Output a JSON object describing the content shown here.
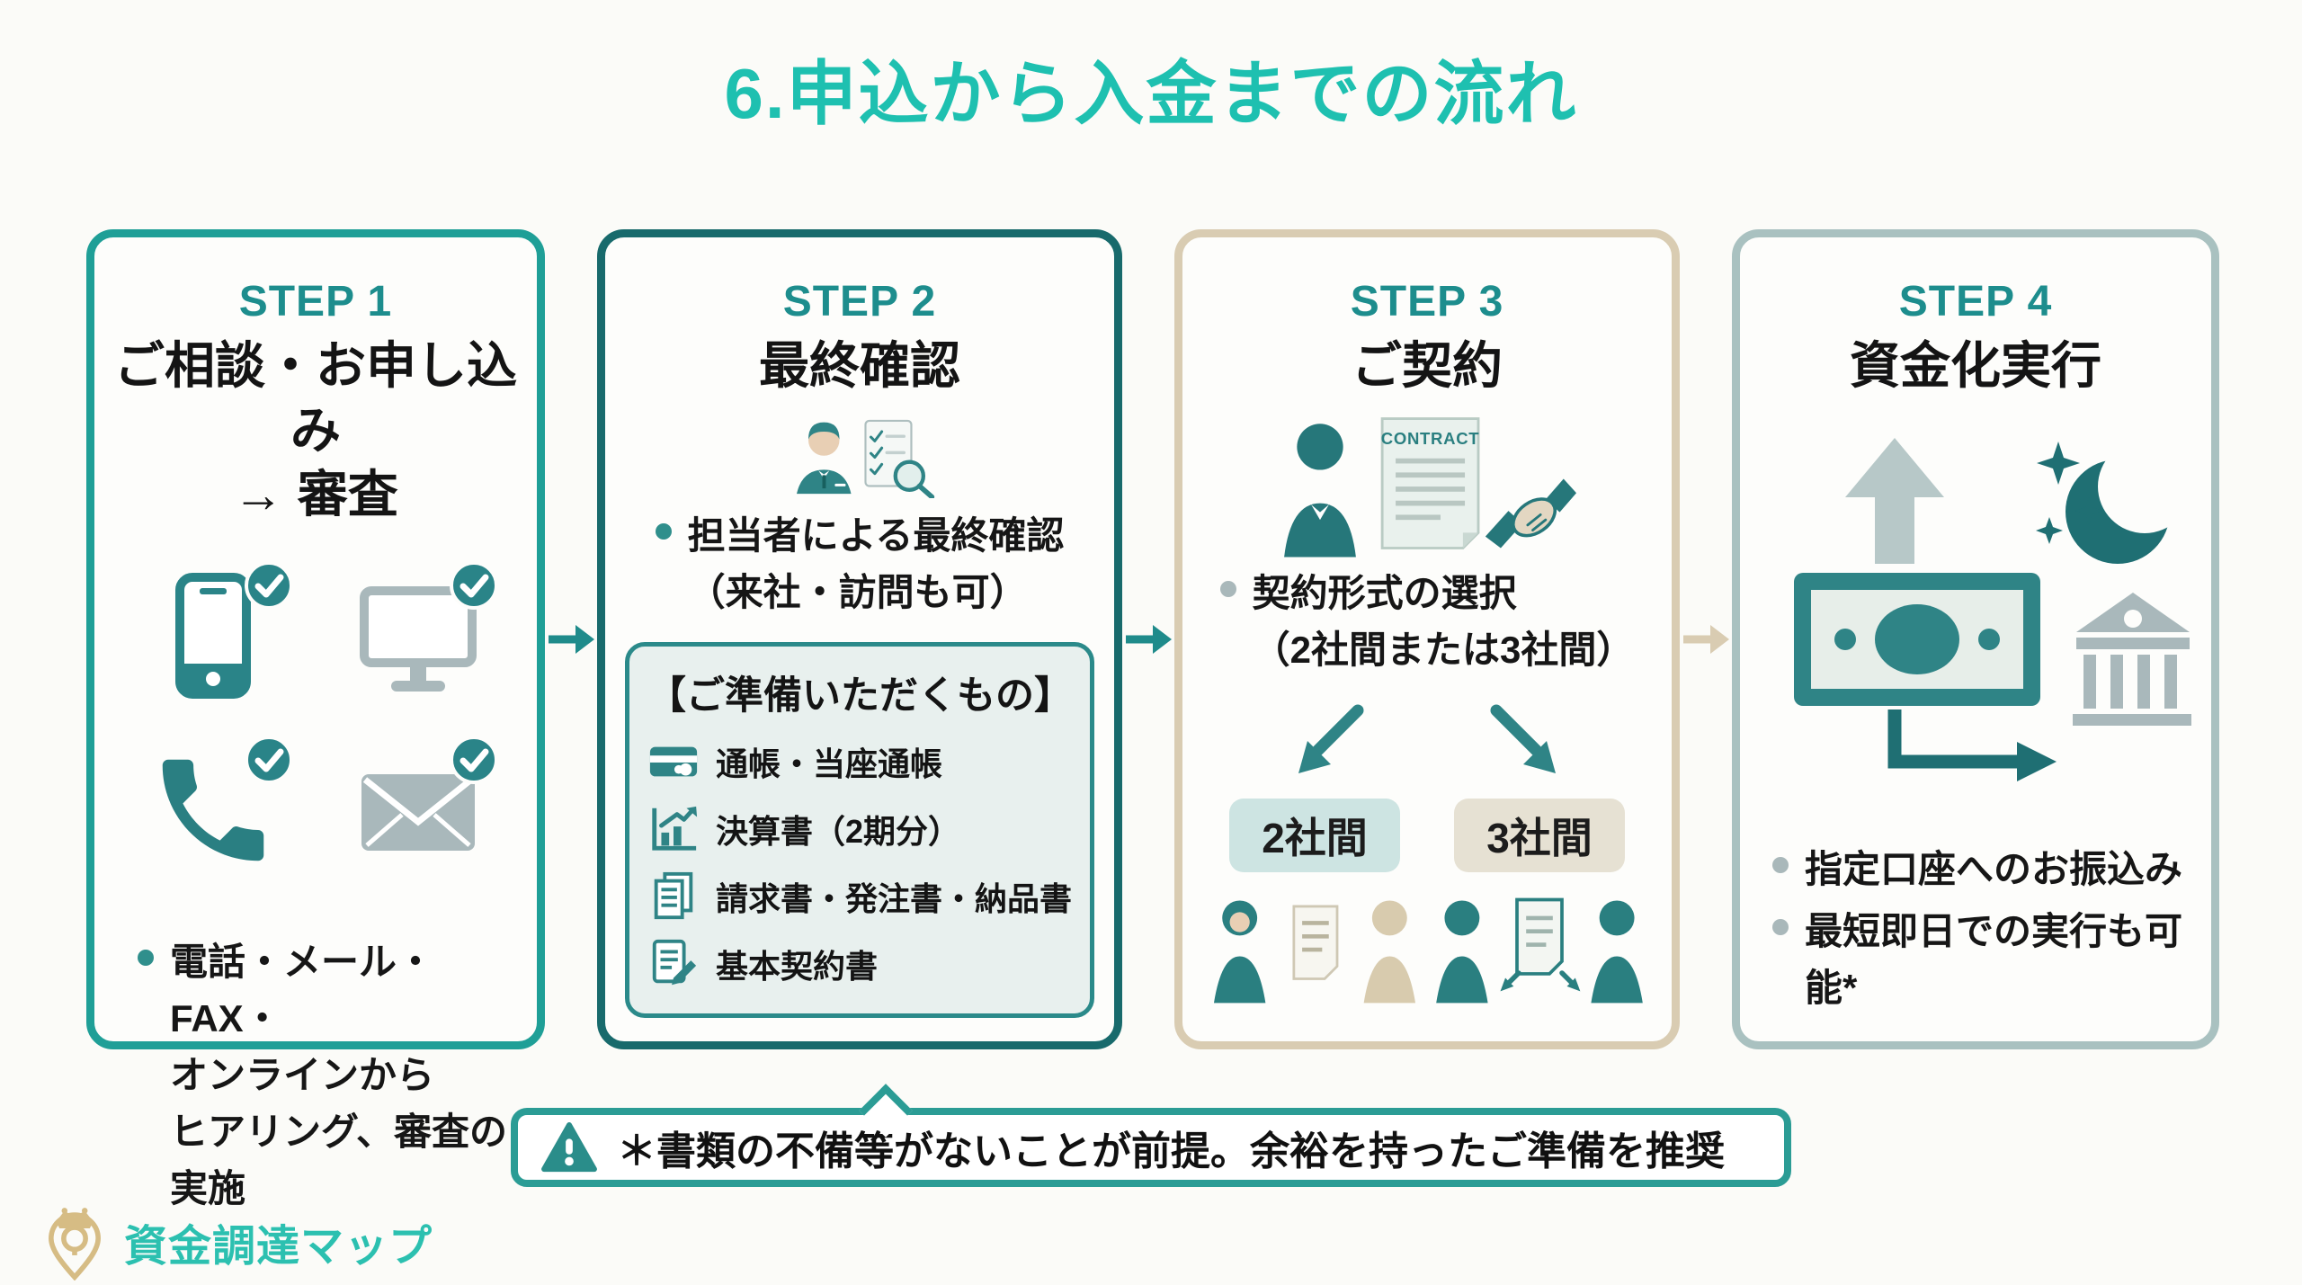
{
  "title": "6.申込から入金までの流れ",
  "steps": {
    "step1": {
      "label": "STEP 1",
      "title_line1": "ご相談・お申し込み",
      "title_line2": "→ 審査",
      "bullet_line1": "電話・メール・FAX・",
      "bullet_line2": "オンラインから",
      "bullet_line3": "ヒアリング、審査の実施"
    },
    "step2": {
      "label": "STEP 2",
      "title": "最終確認",
      "bullet_line1": "担当者による最終確認",
      "bullet_line2": "（来社・訪問も可）",
      "prepare": {
        "heading": "【ご準備いただくもの】",
        "items": [
          {
            "icon": "passbook-icon",
            "text": "通帳・当座通帳"
          },
          {
            "icon": "financial-chart-icon",
            "text": "決算書（2期分）"
          },
          {
            "icon": "documents-icon",
            "text": "請求書・発注書・納品書"
          },
          {
            "icon": "contract-edit-icon",
            "text": "基本契約書"
          }
        ]
      }
    },
    "step3": {
      "label": "STEP 3",
      "title": "ご契約",
      "contract_doc_label": "CONTRACT",
      "bullet_line1": "契約形式の選択",
      "bullet_line2": "（2社間または3社間）",
      "options": [
        {
          "label": "2社間"
        },
        {
          "label": "3社間"
        }
      ]
    },
    "step4": {
      "label": "STEP 4",
      "title": "資金化実行",
      "bullet1": "指定口座へのお振込み",
      "bullet2": "最短即日での実行も可能*"
    }
  },
  "warning_text": "＊書類の不備等がないことが前提。余裕を持ったご準備を推奨",
  "logo_text": "資金調達マップ",
  "colors": {
    "title_teal": "#1ec0b0",
    "step_label_teal": "#1d8d8d",
    "card1_border": "#1f9f97",
    "card2_border": "#186a6c",
    "card3_border": "#d9ccb2",
    "card4_border": "#a9c1c0",
    "icon_teal": "#2f8486",
    "icon_gray": "#a9b8bb",
    "icon_beige": "#d8cbae",
    "panel_bg": "#e8f0ee",
    "chip_blue": "#cde4e2",
    "chip_beige": "#e6e1d3",
    "warning_border": "#2b9c95",
    "logo_gold": "#d6bc84"
  }
}
